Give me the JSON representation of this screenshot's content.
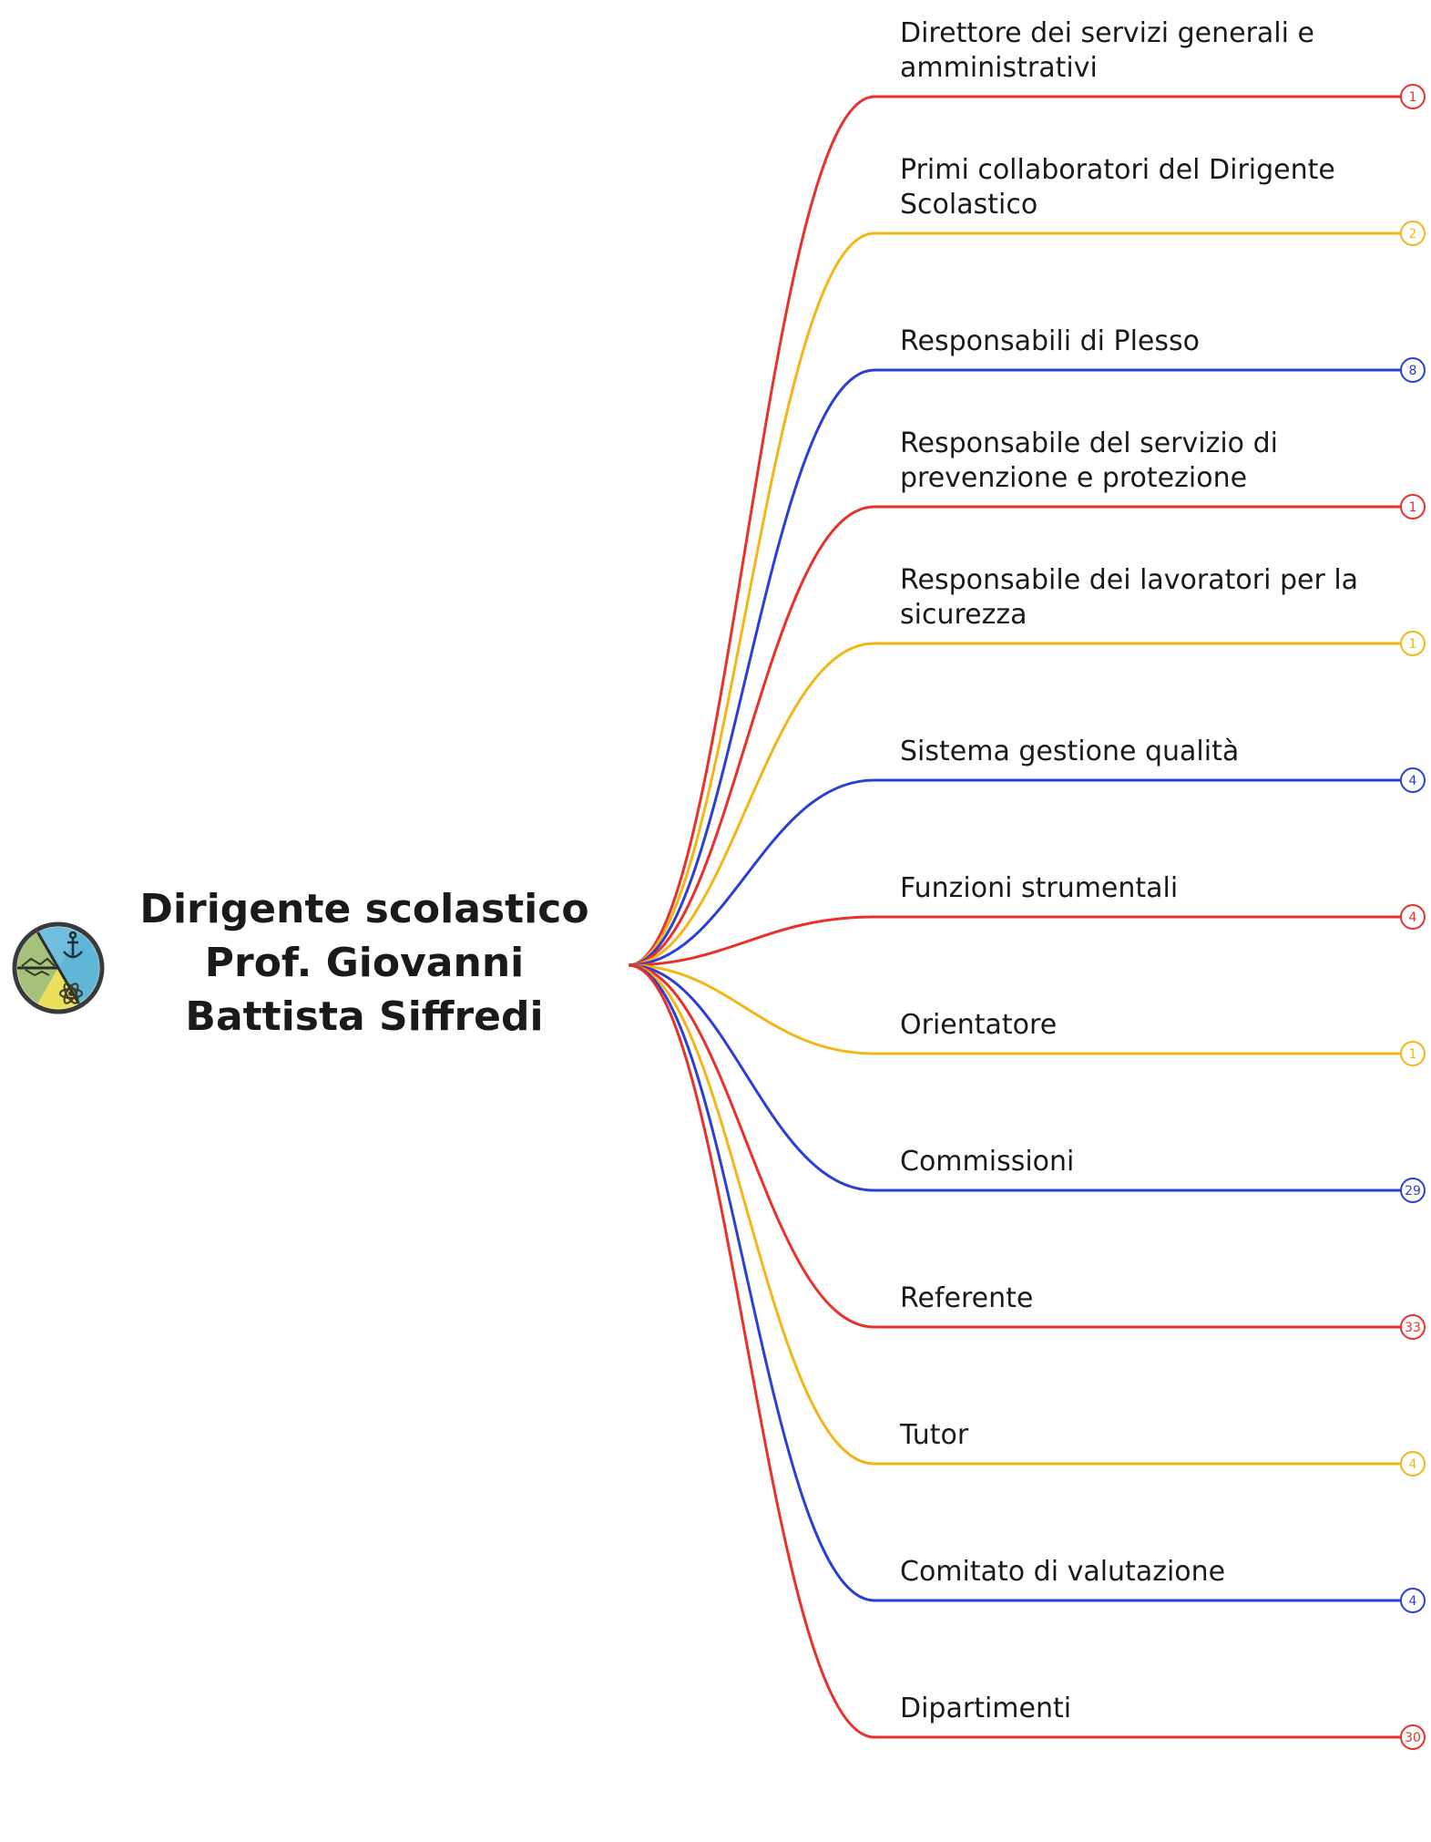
{
  "root": {
    "title": "Dirigente scolastico Prof. Giovanni Battista Siffredi",
    "logo": "school-emblem-icon"
  },
  "colors": {
    "red": "#e8312a",
    "yellow": "#f2b619",
    "blue": "#2b3fd6",
    "text": "#1a1a1a"
  },
  "branches": [
    {
      "label": "Direttore dei servizi generali e amministrativi",
      "count": "1",
      "color": "red"
    },
    {
      "label": "Primi collaboratori del Dirigente Scolastico",
      "count": "2",
      "color": "yellow"
    },
    {
      "label": "Responsabili di Plesso",
      "count": "8",
      "color": "blue"
    },
    {
      "label": "Responsabile del servizio di prevenzione e protezione",
      "count": "1",
      "color": "red"
    },
    {
      "label": "Responsabile dei lavoratori per la sicurezza",
      "count": "1",
      "color": "yellow"
    },
    {
      "label": "Sistema gestione qualità",
      "count": "4",
      "color": "blue"
    },
    {
      "label": "Funzioni strumentali",
      "count": "4",
      "color": "red"
    },
    {
      "label": "Orientatore",
      "count": "1",
      "color": "yellow"
    },
    {
      "label": "Commissioni",
      "count": "29",
      "color": "blue"
    },
    {
      "label": "Referente",
      "count": "33",
      "color": "red"
    },
    {
      "label": "Tutor",
      "count": "4",
      "color": "yellow"
    },
    {
      "label": "Comitato di valutazione",
      "count": "4",
      "color": "blue"
    },
    {
      "label": "Dipartimenti",
      "count": "30",
      "color": "red"
    }
  ]
}
